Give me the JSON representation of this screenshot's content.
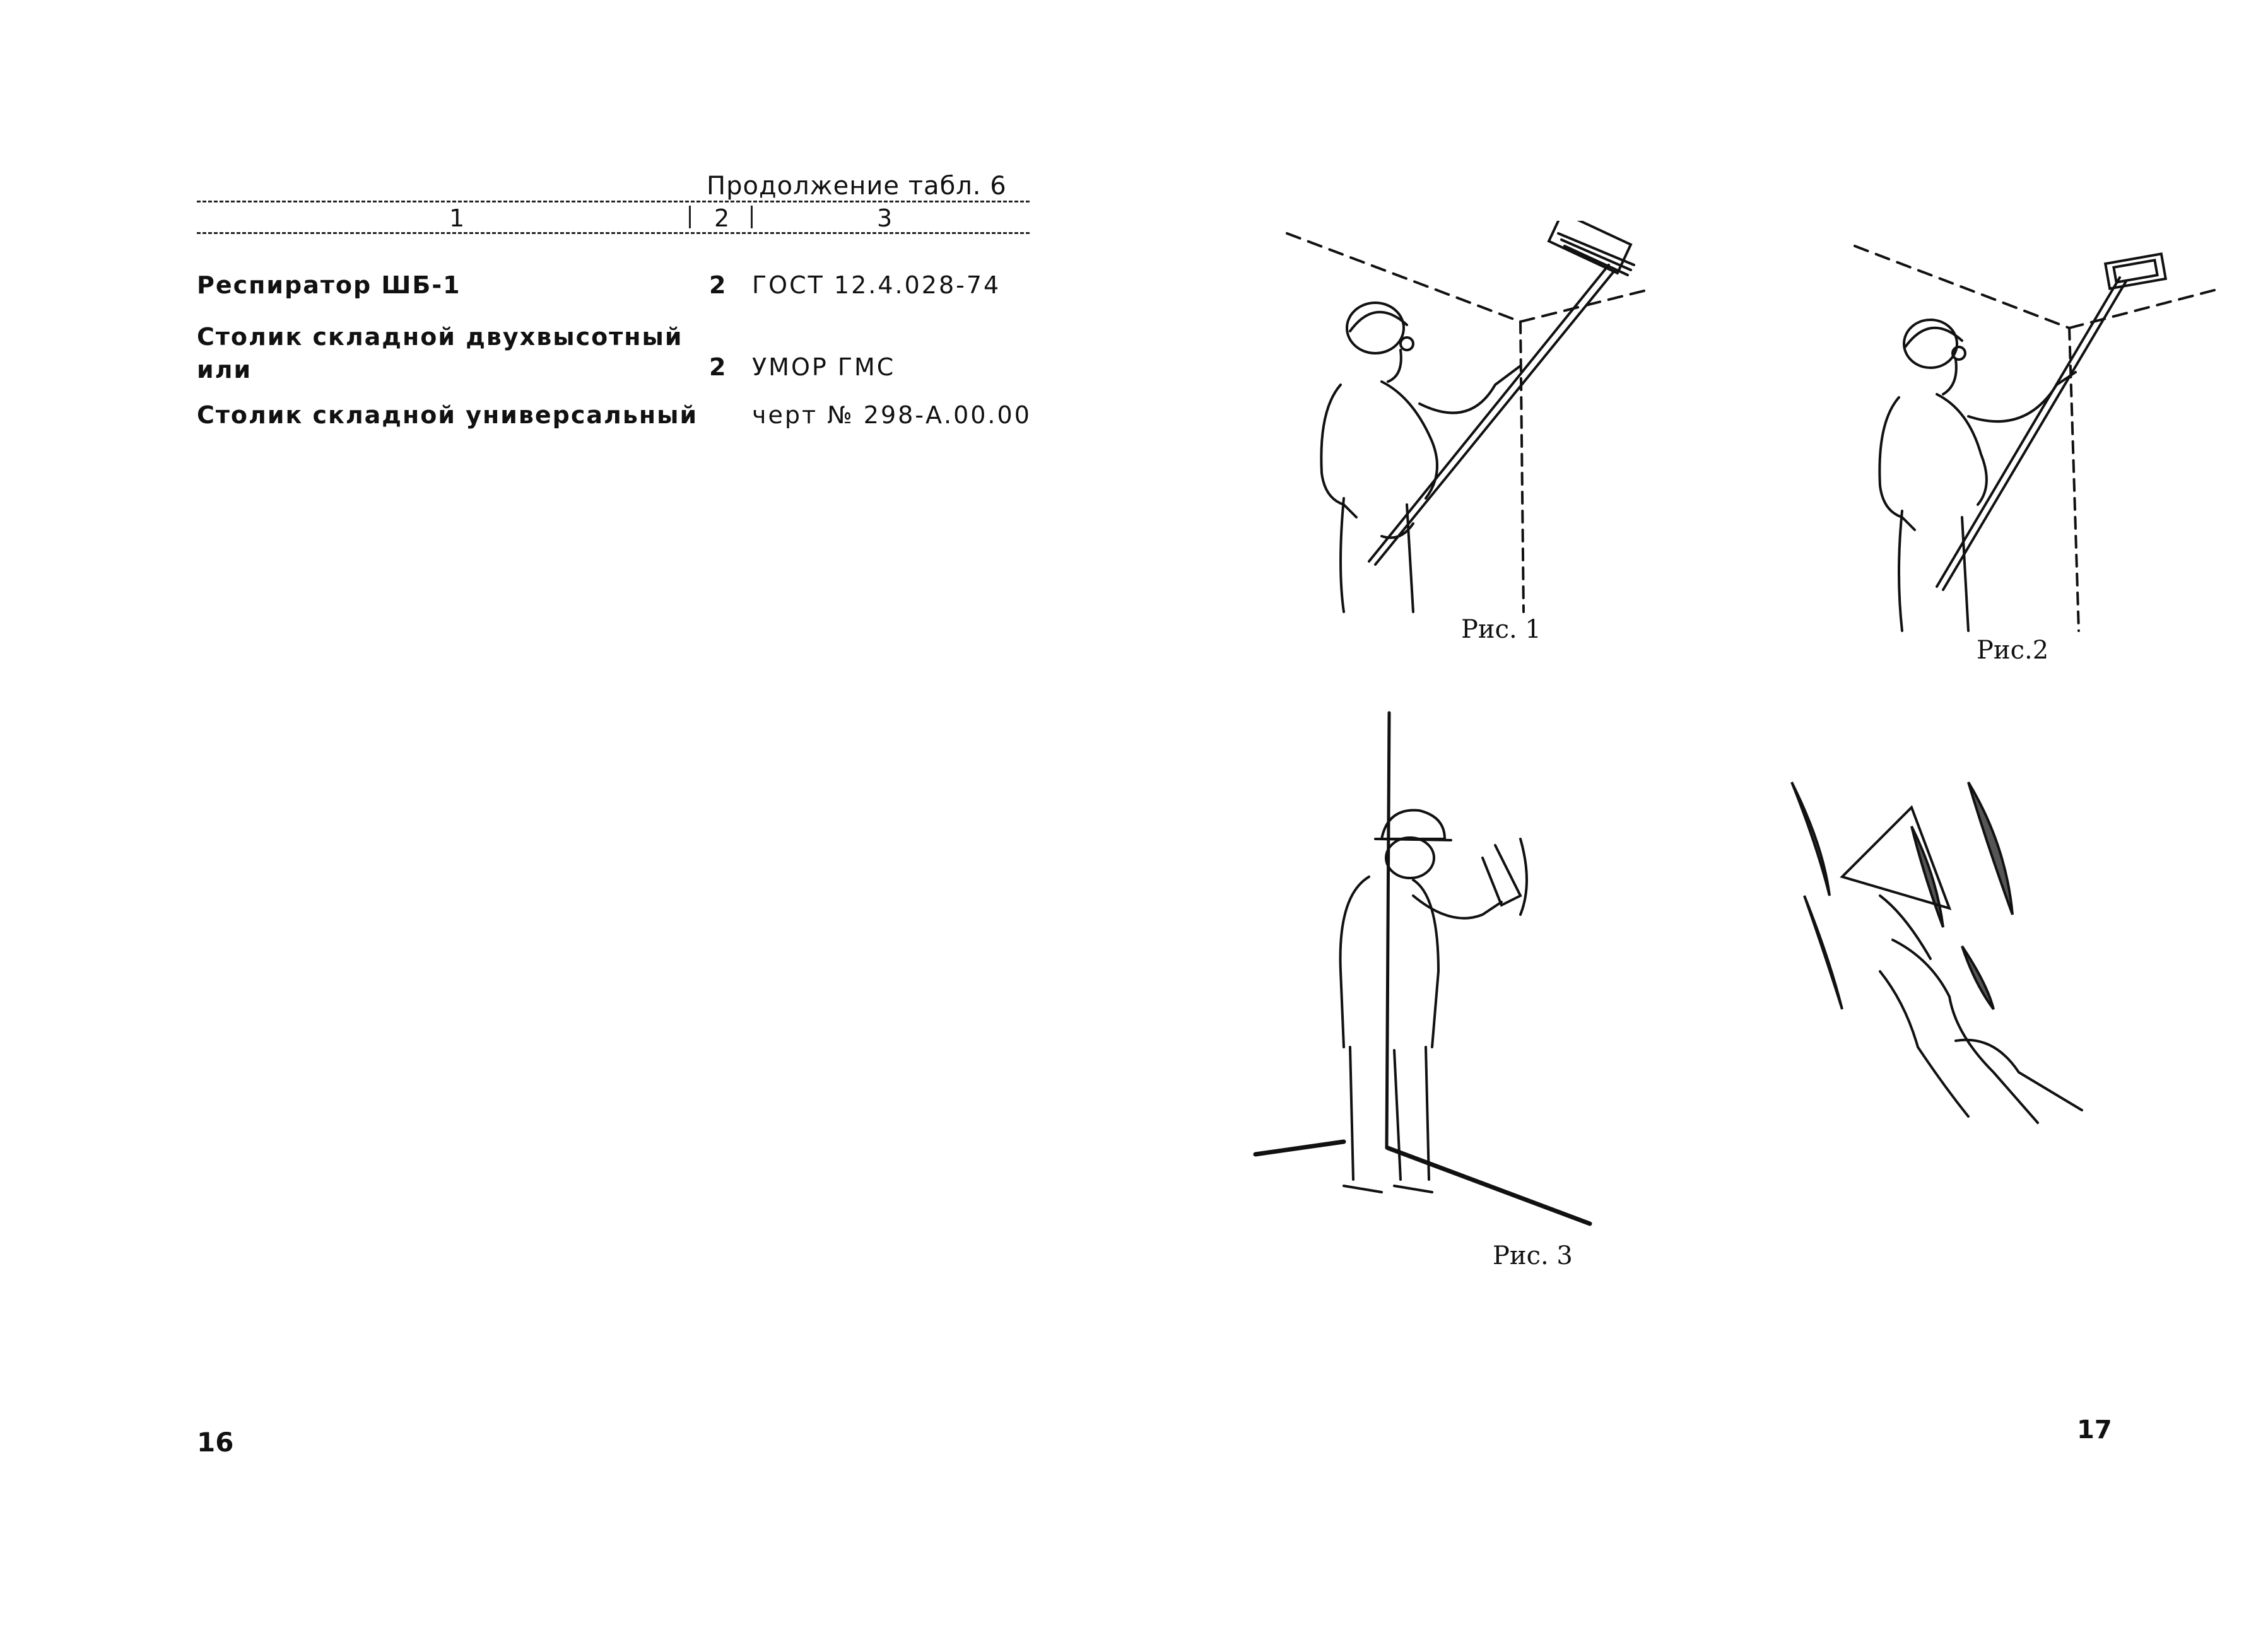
{
  "table": {
    "caption": "Продолжение табл. 6",
    "columns": [
      "1",
      "2",
      "3"
    ],
    "rows": [
      {
        "name": "Респиратор ШБ-1",
        "qty": "2",
        "doc": "ГОСТ 12.4.028-74"
      },
      {
        "name": "Столик складной двухвысотный или",
        "qty": "2",
        "doc": "УМОР ГМС"
      },
      {
        "name": "Столик складной универсальный",
        "qty": "",
        "doc": "черт № 298-А.00.00"
      }
    ]
  },
  "pages": {
    "left_number": "16",
    "right_number": "17"
  },
  "figures": {
    "fig1_label": "Рис. 1",
    "fig2_label": "Рис.2",
    "fig3_label": "Рис. 3"
  }
}
